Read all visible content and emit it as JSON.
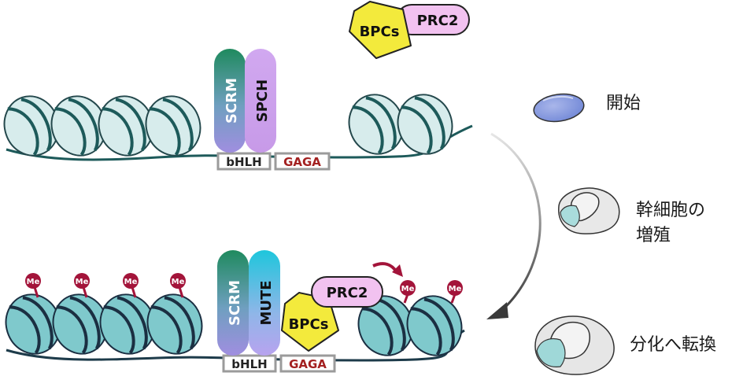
{
  "top_state": {
    "factors": {
      "scrm": "SCRM",
      "spch": "SPCH"
    },
    "floating_complex": {
      "bpcs": "BPCs",
      "prc2": "PRC2"
    },
    "motifs": {
      "bhlh": "bHLH",
      "gaga": "GAGA"
    }
  },
  "bottom_state": {
    "factors": {
      "scrm": "SCRM",
      "mute": "MUTE",
      "bpcs": "BPCs",
      "prc2": "PRC2"
    },
    "motifs": {
      "bhlh": "bHLH",
      "gaga": "GAGA"
    },
    "methyl_mark": "Me"
  },
  "stages": [
    {
      "line1": "開始",
      "line2": ""
    },
    {
      "line1": "幹細胞の",
      "line2": "増殖"
    },
    {
      "line1": "分化へ転換",
      "line2": ""
    }
  ],
  "colors": {
    "nucleosome_top": "#d7ecec",
    "nucleosome_bottom": "#7fc9cc",
    "dna_strand": "#1d3b4a",
    "scrm": "#2f9a6a",
    "spch": "#c49be6",
    "mute": "#29c3d6",
    "bpcs": "#f3ea3c",
    "prc2": "#f2c2f0",
    "methyl": "#a3143a",
    "gaga_text": "#a32020"
  }
}
